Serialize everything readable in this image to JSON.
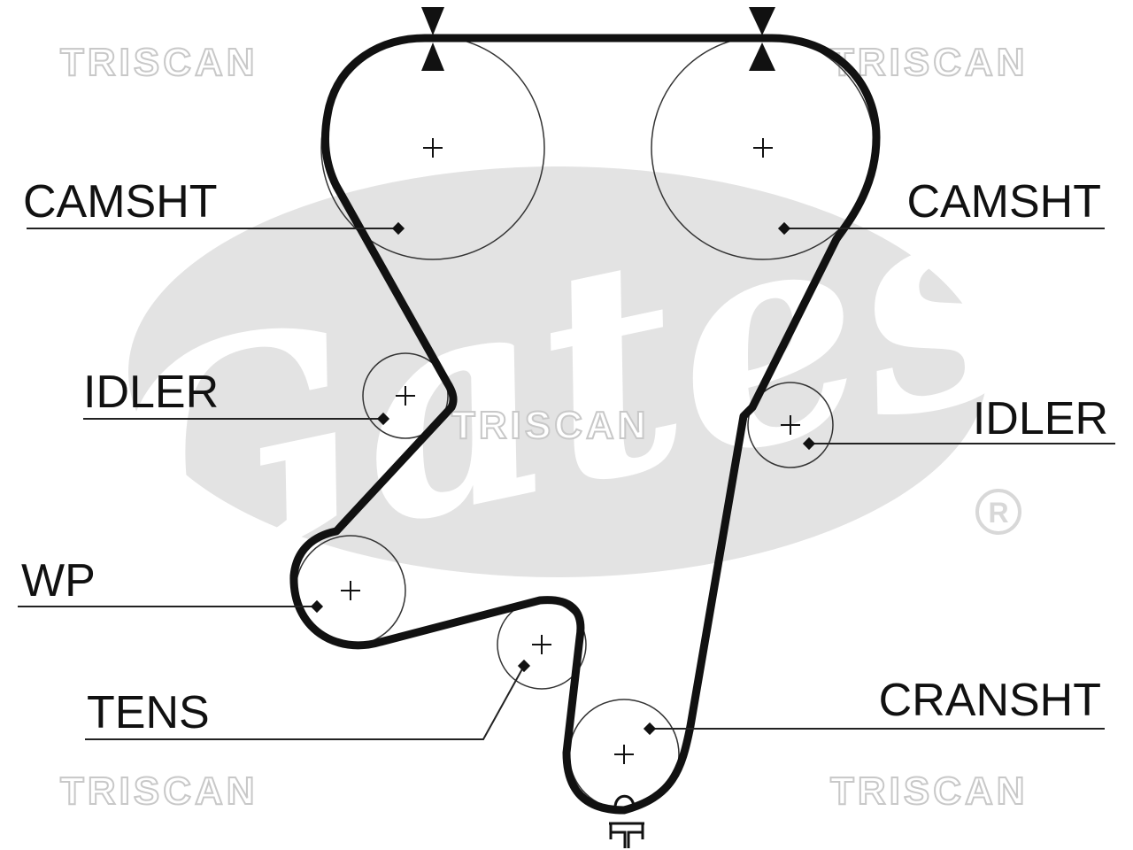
{
  "labels": {
    "camshaft_left": "CAMSHT",
    "camshaft_right": "CAMSHT",
    "idler_left": "IDLER",
    "idler_right": "IDLER",
    "water_pump": "WP",
    "tensioner": "TENS",
    "crankshaft": "CRANSHT"
  },
  "watermarks": {
    "top_left": "TRISCAN",
    "top_right": "TRISCAN",
    "center": "TRISCAN",
    "bottom_left": "TRISCAN",
    "bottom_right": "TRISCAN"
  },
  "logo": {
    "text": "Gates",
    "registered_mark": "®"
  },
  "colors": {
    "belt": "#111111",
    "pulley_outline": "#333333",
    "logo_fill": "#e3e3e3",
    "watermark_outline": "#c8c8c8"
  }
}
